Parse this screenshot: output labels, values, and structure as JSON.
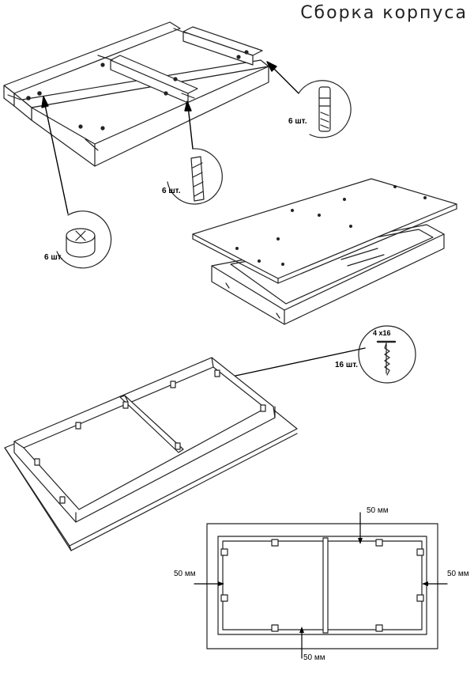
{
  "title": "Сборка корпуса",
  "fittings": {
    "dowel_qty": "6 шт.",
    "cam_lock_qty": "6 шт.",
    "cam_bolt_qty": "6 шт.",
    "screw_size": "4 x16",
    "screw_qty": "16 шт."
  },
  "dimensions": {
    "top": "50 мм",
    "left": "50 мм",
    "right": "50 мм",
    "bottom": "50 мм"
  }
}
